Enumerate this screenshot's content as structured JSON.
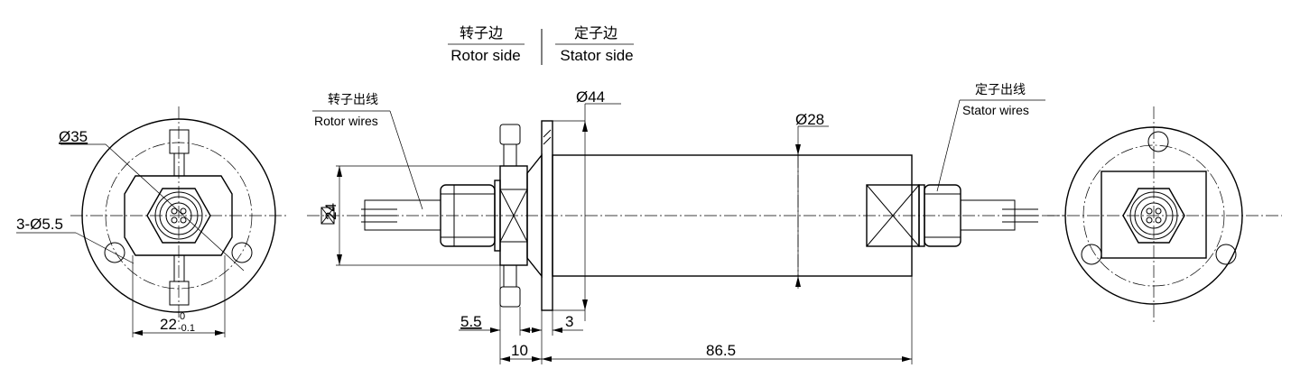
{
  "header": {
    "rotor_cn": "转子边",
    "rotor_en": "Rotor side",
    "stator_cn": "定子边",
    "stator_en": "Stator side"
  },
  "left_view": {
    "bore_dim": "Ø35",
    "holes_dim": "3-Ø5.5",
    "width_dim": "22",
    "tol_upper": "0",
    "tol_lower": "-0.1"
  },
  "side_view": {
    "rotor_wires_cn": "转子出线",
    "rotor_wires_en": "Rotor wires",
    "stator_wires_cn": "定子出线",
    "stator_wires_en": "Stator wires",
    "flange_dim": "Ø44",
    "body_dim": "Ø28",
    "nut_dim": "24",
    "thk_5_5": "5.5",
    "thk_3": "3",
    "len_10": "10",
    "len_86_5": "86.5"
  }
}
